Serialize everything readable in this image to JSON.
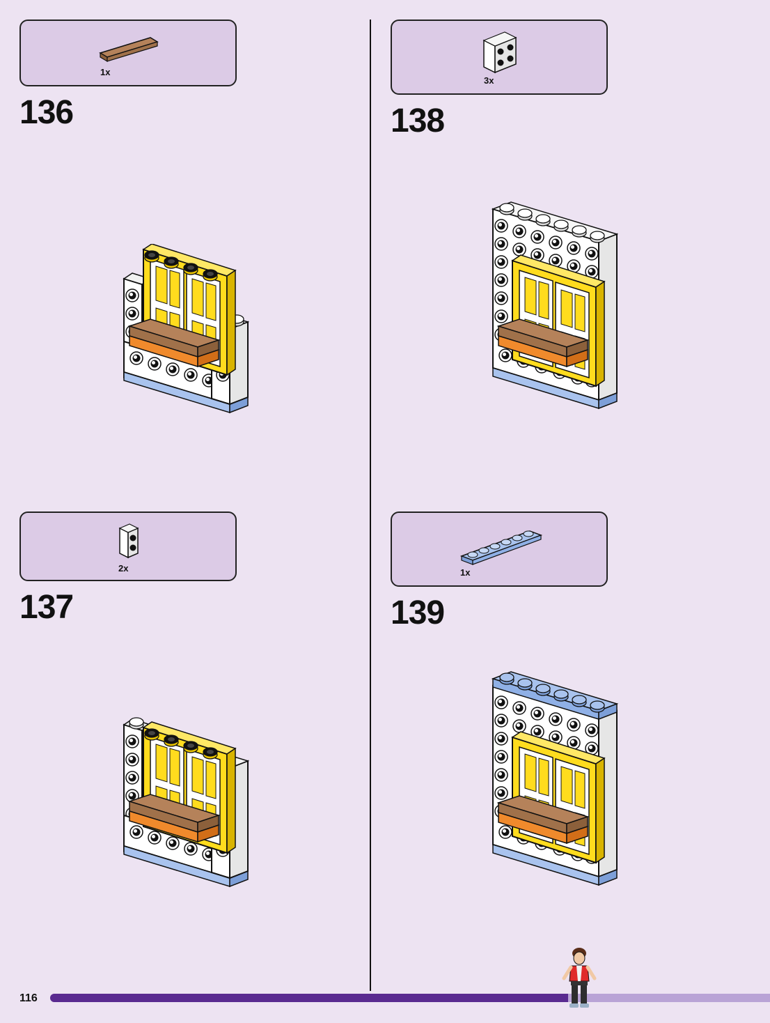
{
  "page": {
    "number": "116",
    "progress_fraction": 0.72
  },
  "colors": {
    "background": "#ede3f2",
    "parts_box": "#dccbe6",
    "progress_done": "#5a2a90",
    "progress_remaining": "#b9a3d6"
  },
  "steps": [
    {
      "number": "136",
      "part_qty": "1x",
      "part_icon": "brown-tile-1x4-icon"
    },
    {
      "number": "137",
      "part_qty": "2x",
      "part_icon": "white-brick-1x1-side-studs-icon"
    },
    {
      "number": "138",
      "part_qty": "3x",
      "part_icon": "white-brick-2x2-side-studs-icon"
    },
    {
      "number": "139",
      "part_qty": "1x",
      "part_icon": "blue-plate-1x6-icon"
    }
  ]
}
